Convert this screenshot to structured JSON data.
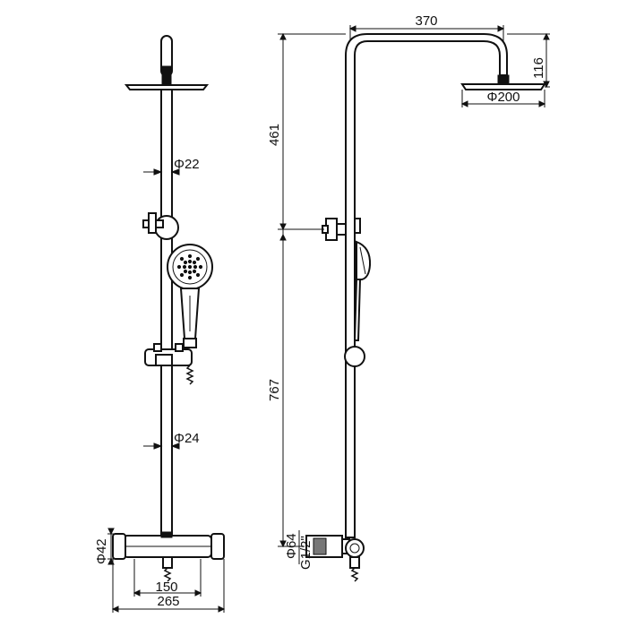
{
  "front_view": {
    "pipe_diameter_upper": "Φ22",
    "pipe_diameter_lower": "Φ24",
    "valve_height": "Φ42",
    "inlet_spacing": "150",
    "overall_width": "265"
  },
  "side_view": {
    "arm_reach": "370",
    "head_drop": "116",
    "head_diameter": "Φ200",
    "upper_height": "461",
    "lower_height": "767",
    "valve_diameter": "Φ64",
    "thread_size": "G1/2\""
  },
  "colors": {
    "line": "#111111",
    "background": "#ffffff"
  }
}
